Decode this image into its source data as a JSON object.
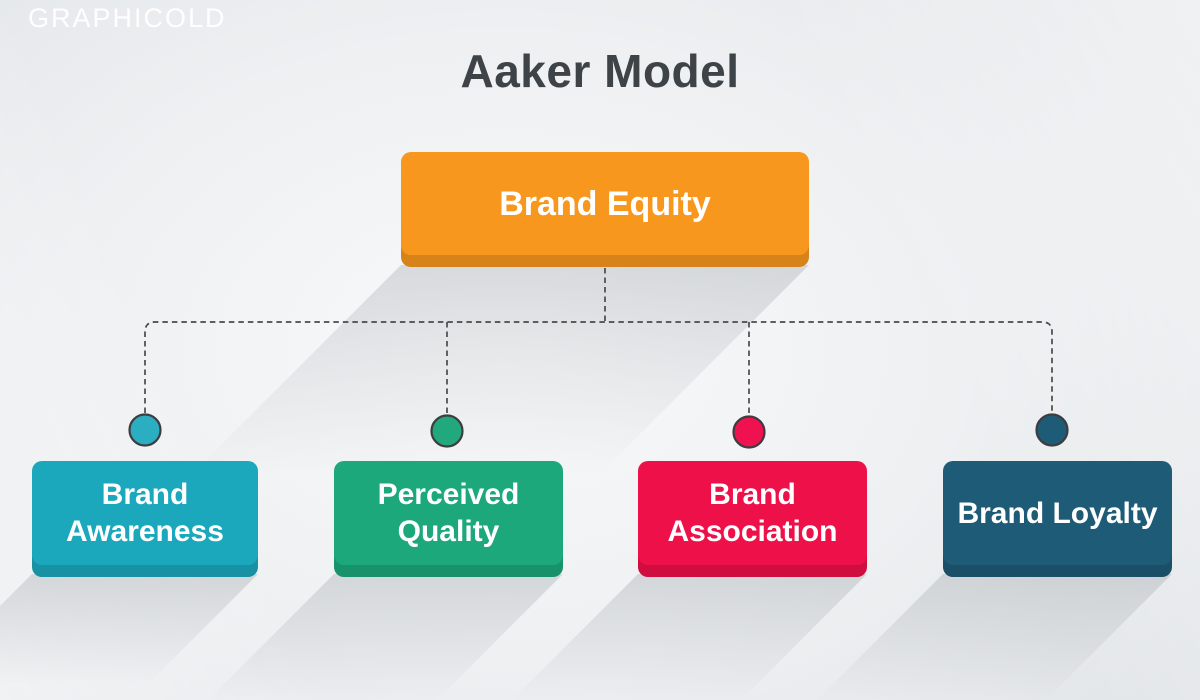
{
  "watermark": {
    "text": "GRAPHICOLD"
  },
  "title": {
    "text": "Aaker Model",
    "color": "#3E4347"
  },
  "diagram": {
    "root": {
      "label": "Brand Equity",
      "color": "#F7971D"
    },
    "children": [
      {
        "label": "Brand Awareness",
        "color": "#1BA7BC",
        "dot_color": "#2BAEC2"
      },
      {
        "label": "Perceived Quality",
        "color": "#1CA87B",
        "dot_color": "#21A97D"
      },
      {
        "label": "Brand Association",
        "color": "#EE1049",
        "dot_color": "#EF1150"
      },
      {
        "label": "Brand Loyalty",
        "color": "#1E5B77",
        "dot_color": "#1E5B77"
      }
    ],
    "connector": {
      "color": "#4A4A4A",
      "style": "dashed"
    }
  }
}
